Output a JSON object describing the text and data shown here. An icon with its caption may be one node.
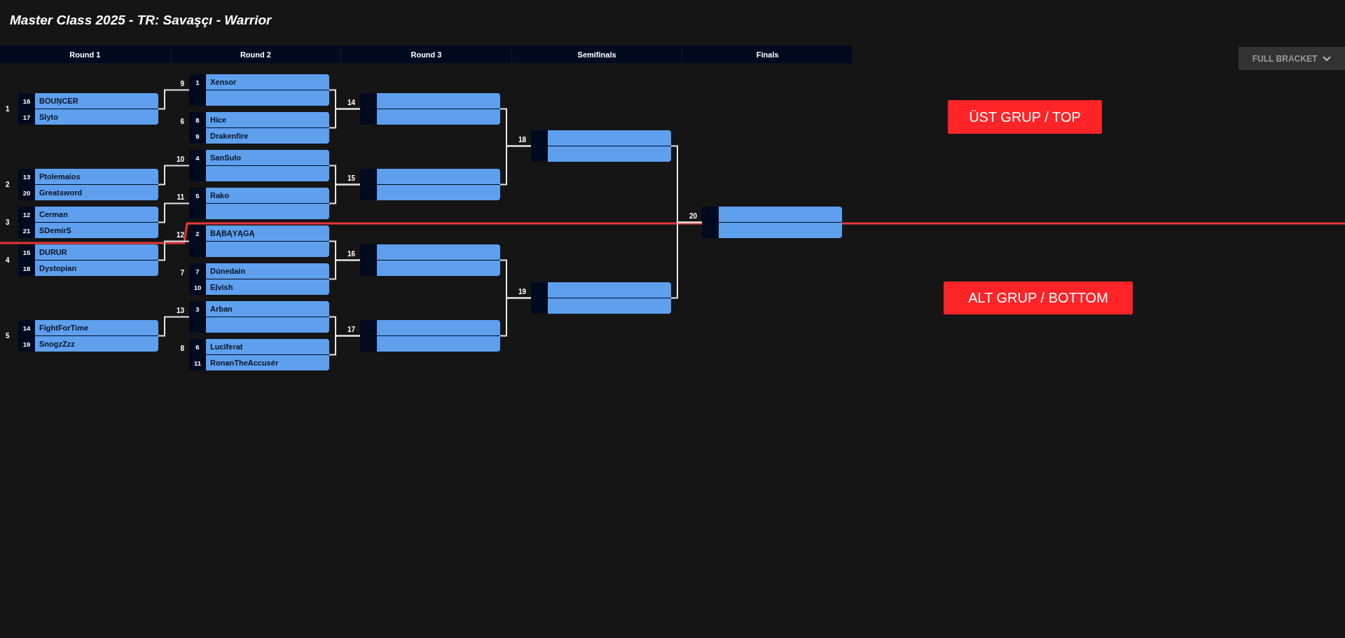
{
  "diagram": {
    "title": "Master Class 2025 - TR: Savaşçı - Warrior",
    "nodes": [
      {
        "text": [
          "Round 1"
        ]
      },
      {
        "text": [
          "Round 2"
        ]
      },
      {
        "text": [
          "Round 3"
        ]
      },
      {
        "text": [
          "Semifinals"
        ]
      },
      {
        "text": [
          "Finals"
        ]
      },
      {
        "text": [],
        "shape": "box",
        "beside": [
          "1"
        ]
      },
      {
        "text": [
          "16",
          "BOUŅCER"
        ],
        "in": 5
      },
      {
        "text": [
          "17",
          "Slyto"
        ],
        "in": 5
      },
      {
        "text": [],
        "shape": "box",
        "beside": [
          "2"
        ]
      },
      {
        "text": [
          "13",
          "Ptolemaios"
        ],
        "in": 8
      },
      {
        "text": [
          "20",
          "Greatsword"
        ],
        "in": 8
      },
      {
        "text": [],
        "shape": "box",
        "beside": [
          "3"
        ]
      },
      {
        "text": [
          "12",
          "Cerman"
        ],
        "in": 11
      },
      {
        "text": [
          "21",
          "SDemirS"
        ],
        "in": 11
      },
      {
        "text": [],
        "shape": "box",
        "beside": [
          "4"
        ]
      },
      {
        "text": [
          "15",
          "DURUR"
        ],
        "in": 14
      },
      {
        "text": [
          "18",
          "Dystopian"
        ],
        "in": 14
      },
      {
        "text": [],
        "shape": "box",
        "beside": [
          "5"
        ]
      },
      {
        "text": [
          "14",
          "FightForTime"
        ],
        "in": 17
      },
      {
        "text": [
          "19",
          "SnogzZzz"
        ],
        "in": 17
      },
      {
        "text": [],
        "shape": "box",
        "beside": [
          "9"
        ]
      },
      {
        "text": [
          "1",
          "Xensor"
        ],
        "in": 20
      },
      {
        "text": [],
        "shape": "bar",
        "in": 20
      },
      {
        "text": [],
        "shape": "box",
        "beside": [
          "6"
        ]
      },
      {
        "text": [
          "8",
          "Hice"
        ],
        "in": 23
      },
      {
        "text": [
          "9",
          "Drakenfire"
        ],
        "in": 23
      },
      {
        "text": [],
        "shape": "box",
        "beside": [
          "10"
        ]
      },
      {
        "text": [
          "4",
          "SanSulo"
        ],
        "in": 26
      },
      {
        "text": [],
        "shape": "bar",
        "in": 26
      },
      {
        "text": [],
        "shape": "box",
        "beside": [
          "11"
        ]
      },
      {
        "text": [
          "5",
          "Rako"
        ],
        "in": 29
      },
      {
        "text": [],
        "shape": "bar",
        "in": 29
      },
      {
        "text": [],
        "shape": "box",
        "beside": [
          "12"
        ]
      },
      {
        "text": [
          "2",
          "BĄBĄYĄGĄ"
        ],
        "in": 32
      },
      {
        "text": [],
        "shape": "bar",
        "in": 32
      },
      {
        "text": [],
        "shape": "box",
        "beside": [
          "7"
        ]
      },
      {
        "text": [
          "7",
          "Dúnedain"
        ],
        "in": 35
      },
      {
        "text": [
          "10",
          "Eļvish"
        ],
        "in": 35
      },
      {
        "text": [],
        "shape": "box",
        "beside": [
          "13"
        ]
      },
      {
        "text": [
          "3",
          "Arban"
        ],
        "in": 38
      },
      {
        "text": [],
        "shape": "bar",
        "in": 38
      },
      {
        "text": [],
        "shape": "box",
        "beside": [
          "8"
        ]
      },
      {
        "text": [
          "6",
          "Luciferat"
        ],
        "in": 41
      },
      {
        "text": [
          "11",
          "RonanTheAccusér"
        ],
        "in": 41
      },
      {
        "text": [],
        "shape": "box",
        "beside": [
          "14"
        ]
      },
      {
        "text": [],
        "shape": "bar",
        "in": 44
      },
      {
        "text": [],
        "shape": "bar",
        "in": 44
      },
      {
        "text": [],
        "shape": "box",
        "beside": [
          "15"
        ]
      },
      {
        "text": [],
        "shape": "bar",
        "in": 47
      },
      {
        "text": [],
        "shape": "bar",
        "in": 47
      },
      {
        "text": [],
        "shape": "box",
        "beside": [
          "16"
        ]
      },
      {
        "text": [],
        "shape": "bar",
        "in": 50
      },
      {
        "text": [],
        "shape": "bar",
        "in": 50
      },
      {
        "text": [],
        "shape": "box",
        "beside": [
          "17"
        ]
      },
      {
        "text": [],
        "shape": "bar",
        "in": 53
      },
      {
        "text": [],
        "shape": "bar",
        "in": 53
      },
      {
        "text": [],
        "shape": "box",
        "beside": [
          "18"
        ]
      },
      {
        "text": [],
        "shape": "bar",
        "in": 56
      },
      {
        "text": [],
        "shape": "bar",
        "in": 56
      },
      {
        "text": [],
        "shape": "box",
        "beside": [
          "19"
        ]
      },
      {
        "text": [],
        "shape": "bar",
        "in": 59
      },
      {
        "text": [],
        "shape": "bar",
        "in": 59
      },
      {
        "text": [],
        "shape": "box",
        "beside": [
          "20"
        ]
      },
      {
        "text": [],
        "shape": "bar",
        "in": 62
      },
      {
        "text": [],
        "shape": "bar",
        "in": 62
      },
      {
        "text": [
          "ÜST GRUP / TOP"
        ]
      },
      {
        "text": [
          "ALT GRUP / BOTTOM"
        ]
      }
    ],
    "edges": [
      {
        "from": 5,
        "to": 20,
        "arrow": "none"
      },
      {
        "from": 8,
        "to": 26,
        "arrow": "none"
      },
      {
        "from": 11,
        "to": 29,
        "arrow": "none"
      },
      {
        "from": 14,
        "to": 32,
        "arrow": "none"
      },
      {
        "from": 17,
        "to": 38,
        "arrow": "none"
      },
      {
        "from": 20,
        "to": 44,
        "arrow": "none"
      },
      {
        "from": 23,
        "to": 44,
        "arrow": "none"
      },
      {
        "from": 26,
        "to": 47,
        "arrow": "none"
      },
      {
        "from": 29,
        "to": 47,
        "arrow": "none"
      },
      {
        "from": 32,
        "to": 50,
        "arrow": "none"
      },
      {
        "from": 35,
        "to": 50,
        "arrow": "none"
      },
      {
        "from": 38,
        "to": 53,
        "arrow": "none"
      },
      {
        "from": 41,
        "to": 53,
        "arrow": "none"
      },
      {
        "from": 44,
        "to": 56,
        "arrow": "none"
      },
      {
        "from": 47,
        "to": 56,
        "arrow": "none"
      },
      {
        "from": 50,
        "to": 59,
        "arrow": "none"
      },
      {
        "from": 53,
        "to": 59,
        "arrow": "none"
      },
      {
        "from": 56,
        "to": 62,
        "arrow": "none"
      },
      {
        "from": 59,
        "to": 62,
        "arrow": "none"
      }
    ],
    "labels": [
      "FULL BRACKET"
    ]
  }
}
